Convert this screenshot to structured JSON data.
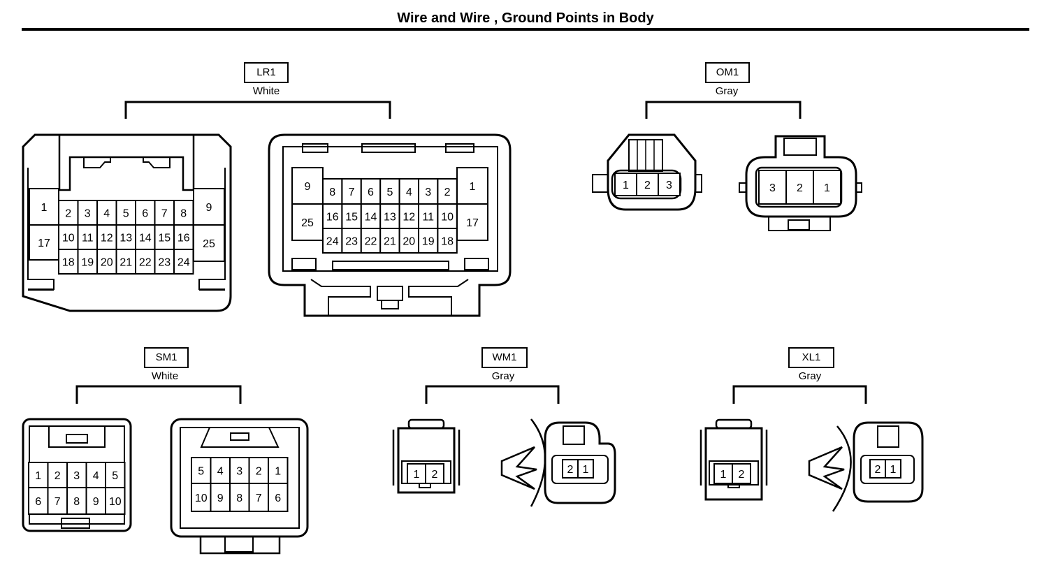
{
  "page": {
    "title": "Wire and Wire , Ground Points in Body"
  },
  "connectors": [
    {
      "code": "LR1",
      "color": "White",
      "left_face": {
        "pins": [
          "1",
          "2",
          "3",
          "4",
          "5",
          "6",
          "7",
          "8",
          "9",
          "10",
          "11",
          "12",
          "13",
          "14",
          "15",
          "16",
          "17",
          "18",
          "19",
          "20",
          "21",
          "22",
          "23",
          "24",
          "25"
        ]
      },
      "right_face": {
        "pins": [
          "9",
          "8",
          "7",
          "6",
          "5",
          "4",
          "3",
          "2",
          "1",
          "25",
          "16",
          "15",
          "14",
          "13",
          "12",
          "11",
          "10",
          "17",
          "24",
          "23",
          "22",
          "21",
          "20",
          "19",
          "18"
        ]
      }
    },
    {
      "code": "OM1",
      "color": "Gray",
      "left_face": {
        "pins": [
          "1",
          "2",
          "3"
        ]
      },
      "right_face": {
        "pins": [
          "3",
          "2",
          "1"
        ]
      }
    },
    {
      "code": "SM1",
      "color": "White",
      "left_face": {
        "pins": [
          "1",
          "2",
          "3",
          "4",
          "5",
          "6",
          "7",
          "8",
          "9",
          "10"
        ]
      },
      "right_face": {
        "pins": [
          "5",
          "4",
          "3",
          "2",
          "1",
          "10",
          "9",
          "8",
          "7",
          "6"
        ]
      }
    },
    {
      "code": "WM1",
      "color": "Gray",
      "left_face": {
        "pins": [
          "1",
          "2"
        ]
      },
      "right_face": {
        "pins": [
          "2",
          "1"
        ]
      }
    },
    {
      "code": "XL1",
      "color": "Gray",
      "left_face": {
        "pins": [
          "1",
          "2"
        ]
      },
      "right_face": {
        "pins": [
          "2",
          "1"
        ]
      }
    }
  ]
}
